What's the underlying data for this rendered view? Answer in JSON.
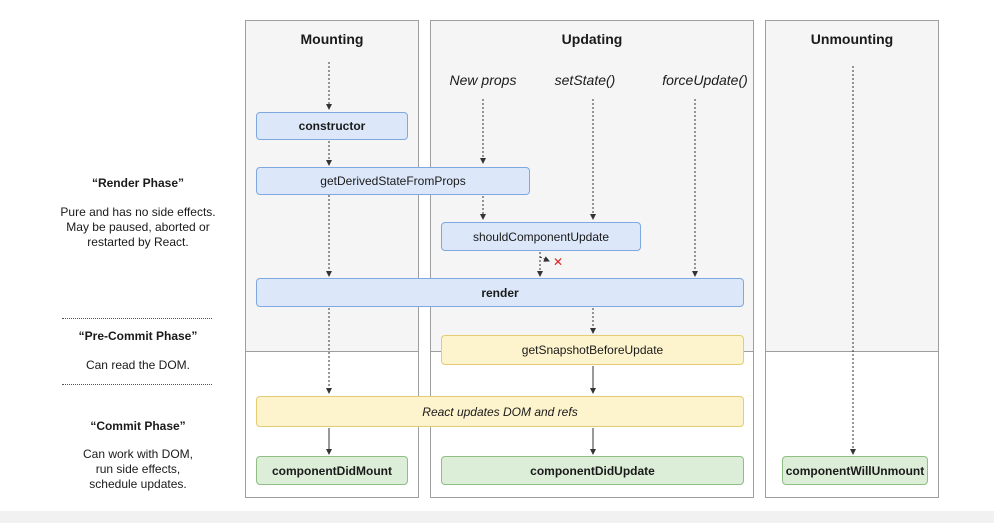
{
  "columns": {
    "mounting": "Mounting",
    "updating": "Updating",
    "unmounting": "Unmounting"
  },
  "triggers": {
    "new_props": "New props",
    "set_state": "setState()",
    "force_update": "forceUpdate()"
  },
  "methods": {
    "constructor": "constructor",
    "get_derived_state": "getDerivedStateFromProps",
    "should_update": "shouldComponentUpdate",
    "render": "render",
    "get_snapshot": "getSnapshotBeforeUpdate",
    "react_updates": "React updates DOM and refs",
    "did_mount": "componentDidMount",
    "did_update": "componentDidUpdate",
    "will_unmount": "componentWillUnmount"
  },
  "phases": {
    "render": {
      "title": "“Render Phase”",
      "desc_lines": [
        "Pure and has no side effects.",
        "May be paused, aborted or",
        "restarted by React."
      ]
    },
    "pre_commit": {
      "title": "“Pre-Commit Phase”",
      "desc_lines": [
        "Can read the DOM."
      ]
    },
    "commit": {
      "title": "“Commit Phase”",
      "desc_lines": [
        "Can work with DOM,",
        "run side effects,",
        "schedule updates."
      ]
    }
  },
  "colors": {
    "render_box": "#dce8fa",
    "precommit_box": "#fdf3cd",
    "commit_box": "#dcedd8",
    "cancel_mark": "#e02020"
  },
  "icons": {
    "cancel": "cross-mark-icon"
  },
  "cancel_glyph": "✕"
}
